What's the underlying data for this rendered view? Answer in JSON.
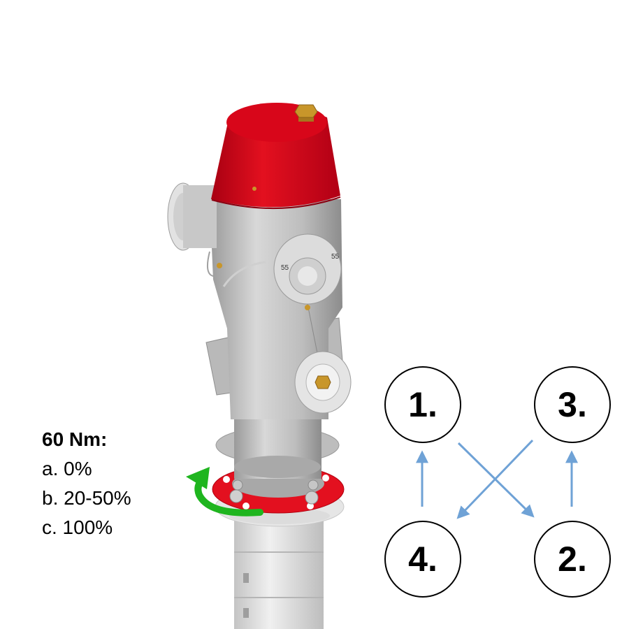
{
  "hydrant": {
    "outlet_marks": [
      "55",
      "55"
    ]
  },
  "torque": {
    "title": "60 Nm:",
    "steps": [
      "a. 0%",
      "b. 20-50%",
      "c. 100%"
    ]
  },
  "sequence": {
    "bolts": [
      {
        "label": "1."
      },
      {
        "label": "2."
      },
      {
        "label": "3."
      },
      {
        "label": "4."
      }
    ]
  },
  "colors": {
    "body": "#bdbdbd",
    "cap": "#d0021b",
    "flange": "#e3101f",
    "brass": "#c8962a",
    "rotation_arrow": "#1fb51f",
    "sequence_arrow": "#6fa2d6"
  },
  "icons": {
    "rotation": "green-curved-arrow-icon",
    "sequence": "blue-straight-arrow-icon"
  }
}
